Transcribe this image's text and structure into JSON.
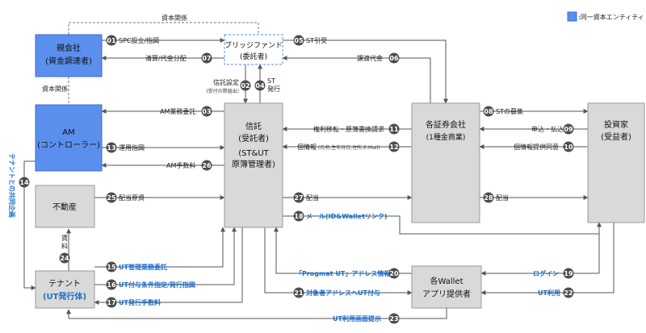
{
  "legend": {
    "label": ":同一資本エンティティ",
    "color": "#5b8fee"
  },
  "colors": {
    "blue_box": "#5b8fee",
    "gray_box": "#d9d9d9",
    "line": "#555555",
    "badge": "#4d4d4d",
    "accent_text": "#1a6fd1"
  },
  "labels": {
    "capital_top": "資本関係",
    "capital_left": "資本関係",
    "tenant_vertical": "テナントとの共同企画",
    "rent": "賃料"
  },
  "entities": {
    "parent": {
      "line1": "親会社",
      "line2": "(資金調達者)"
    },
    "am": {
      "line1": "AM",
      "line2": "(コントローラー)"
    },
    "realestate": {
      "line1": "不動産"
    },
    "tenant": {
      "line1": "テナント",
      "line2": "(UT発行体)"
    },
    "bridge": {
      "line1": "ブリッジファンド",
      "line2": "(委託者)"
    },
    "trust": {
      "line1": "信託",
      "line2": "(受託者)",
      "line3": "(ST&UT",
      "line4": "原簿管理者)"
    },
    "securities": {
      "line1": "各証券会社",
      "line2": "(1種金商業)"
    },
    "investor": {
      "line1": "投資家",
      "line2": "(受益者)"
    },
    "wallet": {
      "line1": "各Wallet",
      "line2": "アプリ提供者"
    }
  },
  "flows": [
    {
      "no": "01",
      "text": "SPC設立/指図"
    },
    {
      "no": "02",
      "text": "信託設定",
      "sub": "(受付の際届出)"
    },
    {
      "no": "03",
      "text": "AM業務委託"
    },
    {
      "no": "04",
      "text": "ST",
      "text2": "発行"
    },
    {
      "no": "05",
      "text": "ST引受"
    },
    {
      "no": "06",
      "text": "譲渡代金"
    },
    {
      "no": "07",
      "text": "清算/代金分配"
    },
    {
      "no": "08",
      "text": "STの募集"
    },
    {
      "no": "09",
      "text": "申込・払込"
    },
    {
      "no": "10",
      "text": "個情報提供同意"
    },
    {
      "no": "11",
      "text": "権利移転・原簿書換請求"
    },
    {
      "no": "12",
      "text": "個情報",
      "sub": "(氏名,生年月日,住所,E-Mail)"
    },
    {
      "no": "13",
      "text": "運用指図"
    },
    {
      "no": "14",
      "text": ""
    },
    {
      "no": "15",
      "text": "UT管理業務委託"
    },
    {
      "no": "16",
      "text": "UT付与条件指定/発行指図"
    },
    {
      "no": "17",
      "text": "UT発行手数料"
    },
    {
      "no": "18",
      "text": "メール(ID&Walletリンク)"
    },
    {
      "no": "19",
      "text": "ログイン"
    },
    {
      "no": "20",
      "text": "「Progmat UT」アドレス情報"
    },
    {
      "no": "21",
      "text": "対象者アドレスへUT付与"
    },
    {
      "no": "22",
      "text": "UT利用"
    },
    {
      "no": "23",
      "text": "UT利用画面提示"
    },
    {
      "no": "24",
      "text": ""
    },
    {
      "no": "25",
      "text": "配当原資"
    },
    {
      "no": "26",
      "text": "AM手数料"
    },
    {
      "no": "27",
      "text": "配当"
    },
    {
      "no": "28",
      "text": "配当"
    }
  ]
}
